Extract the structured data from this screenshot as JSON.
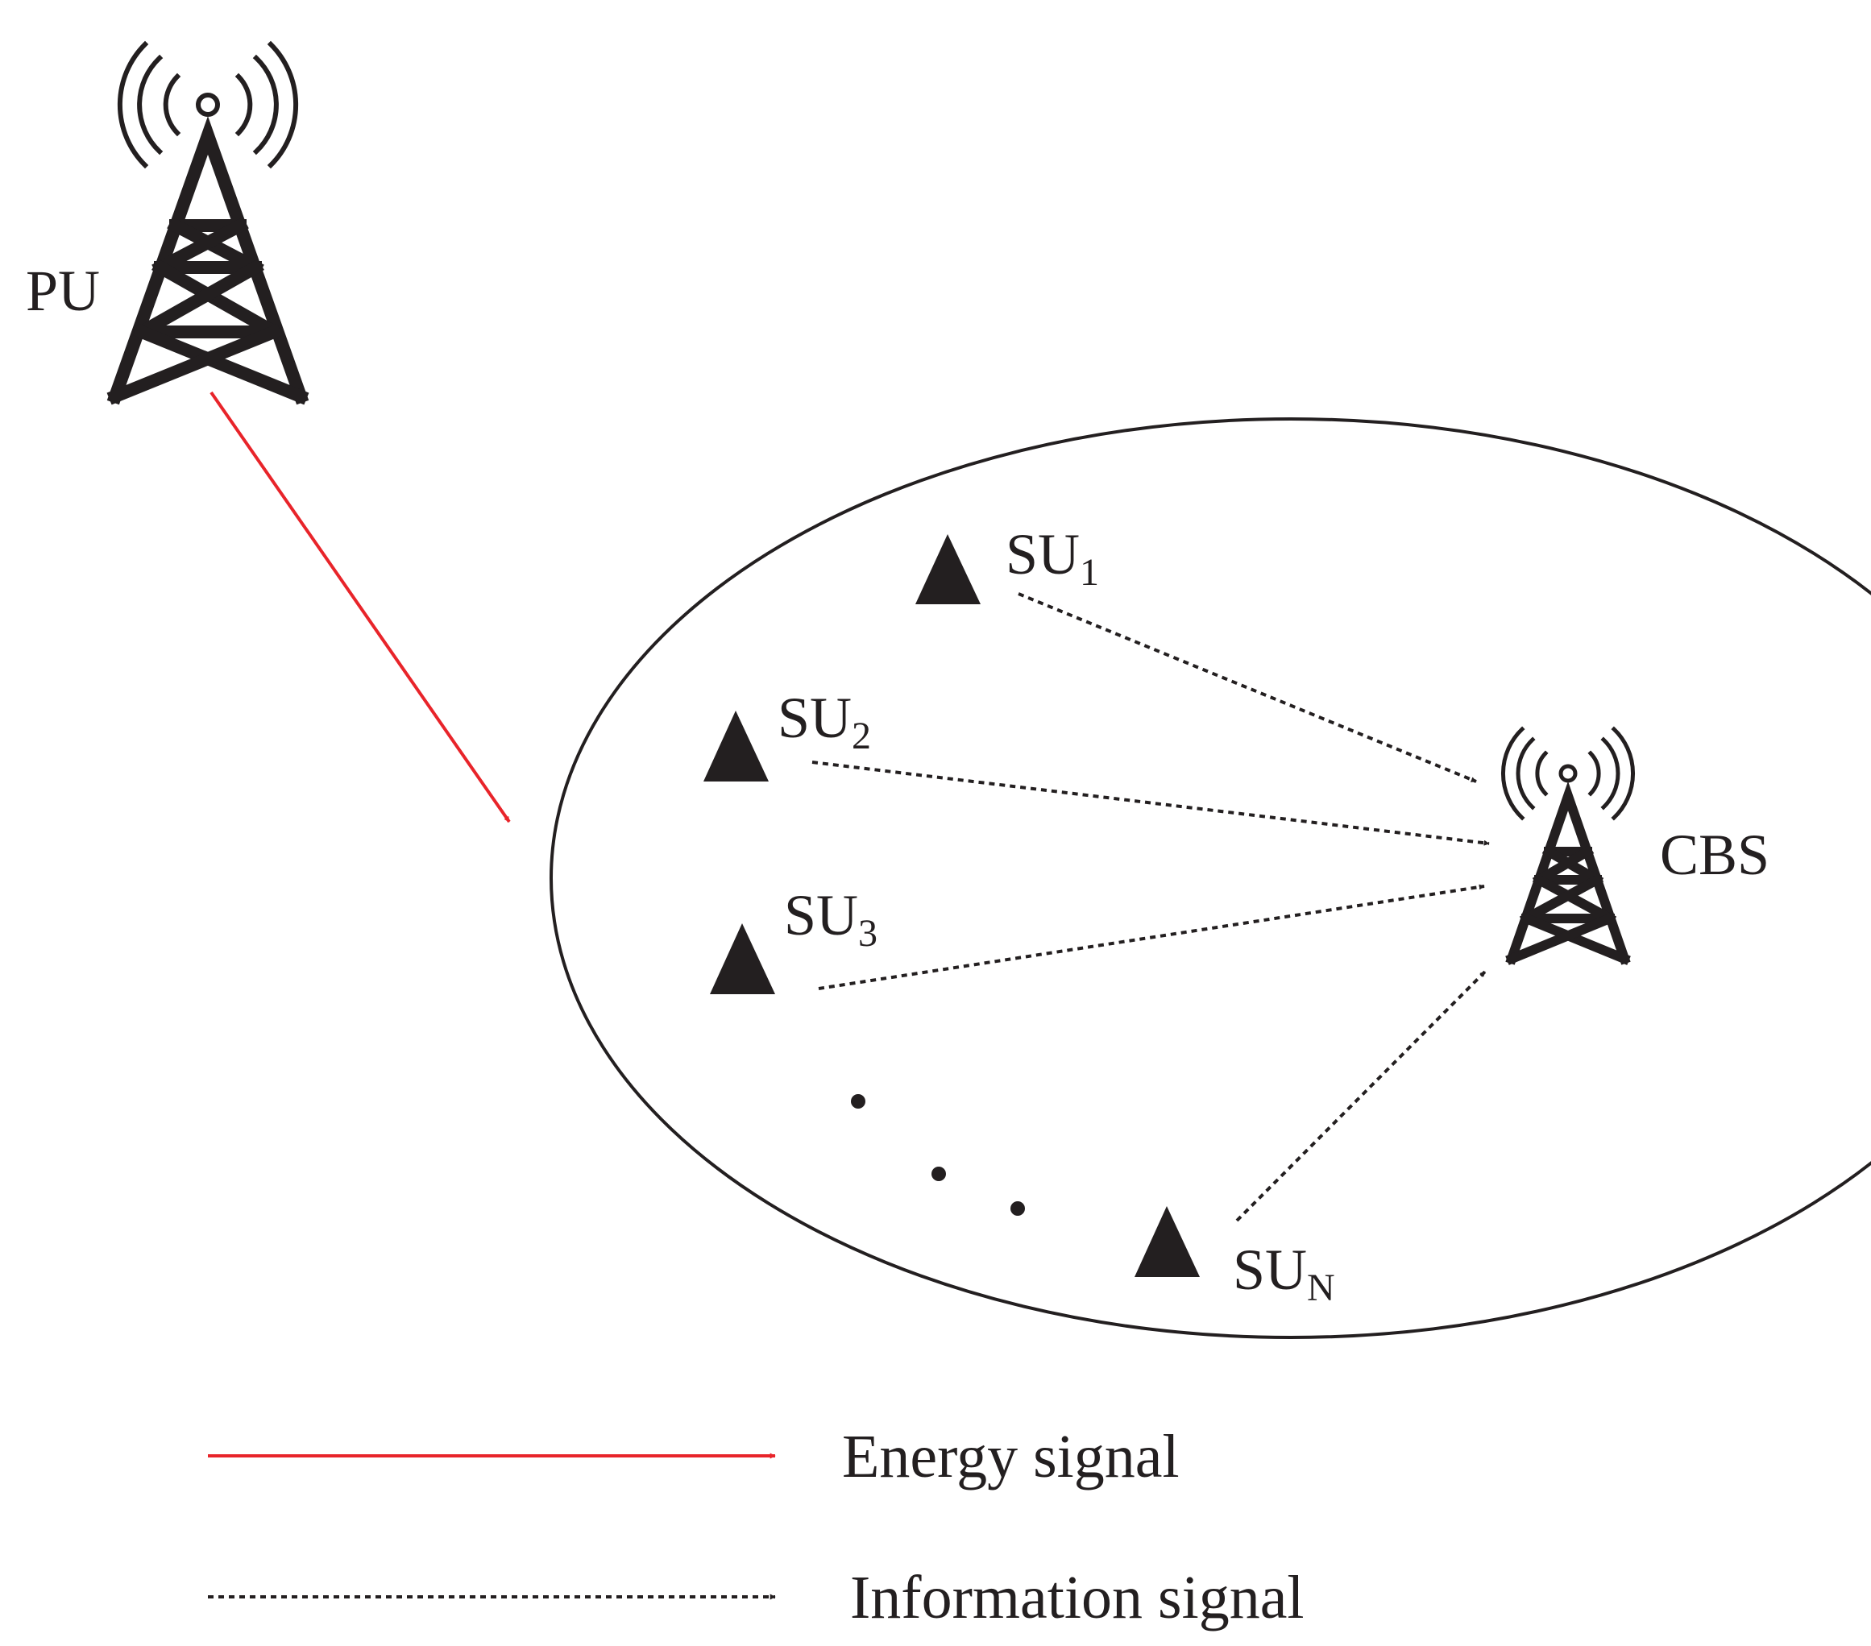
{
  "nodes": {
    "pu": {
      "label": "PU"
    },
    "cbs": {
      "label": "CBS"
    },
    "secondary_users": [
      {
        "base": "SU",
        "sub": "1"
      },
      {
        "base": "SU",
        "sub": "2"
      },
      {
        "base": "SU",
        "sub": "3"
      },
      {
        "base": "SU",
        "sub": "N"
      }
    ]
  },
  "legend": {
    "energy": {
      "label": "Energy signal"
    },
    "information": {
      "label": "Information signal"
    }
  },
  "colors": {
    "energy": "#e8242a",
    "information": "#231f20",
    "ink": "#231f20"
  },
  "icons": {
    "pu": "radio-tower-icon",
    "cbs": "radio-tower-icon",
    "su": "triangle-icon"
  }
}
